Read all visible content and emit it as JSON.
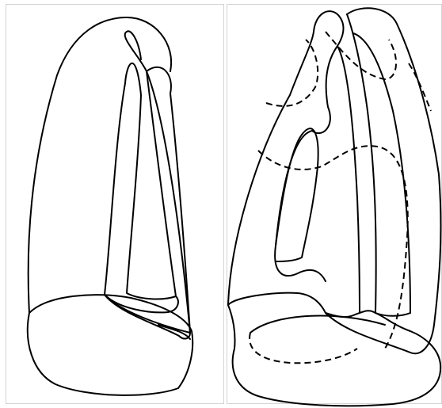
{
  "figure": {
    "panels": [
      {
        "id": "left",
        "content": "schematic-outline"
      },
      {
        "id": "right",
        "content": "schematic-outline-with-hidden-lines"
      }
    ],
    "colors": {
      "background": "#ffffff",
      "line": "#000000",
      "frame": "#d4d4d4"
    },
    "line_styles": [
      "solid",
      "dashed"
    ]
  }
}
